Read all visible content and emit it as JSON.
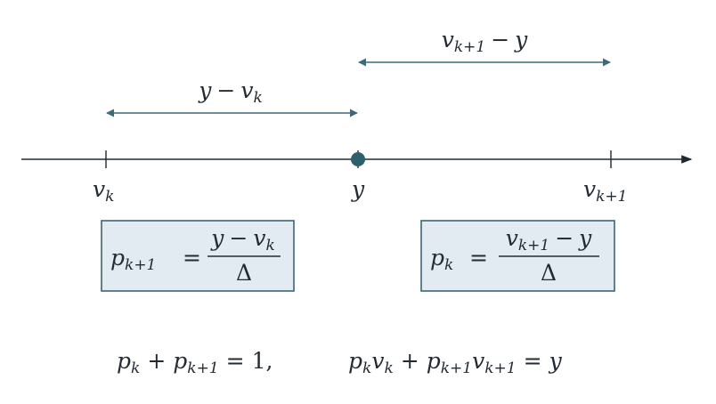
{
  "colors": {
    "axis": "#1e2a33",
    "arrow": "#3b6a78",
    "marker": "#2e5f6d",
    "box_fill": "#e1ebf1",
    "box_stroke": "#3b6576",
    "text": "#222b33"
  },
  "points": {
    "left": {
      "base": "v",
      "sub": "k"
    },
    "middle": {
      "base": "y"
    },
    "right": {
      "base": "v",
      "sub": "k+1"
    }
  },
  "distances": {
    "left": {
      "a": "y",
      "op": "−",
      "b_base": "v",
      "b_sub": "k"
    },
    "right": {
      "a_base": "v",
      "a_sub": "k+1",
      "op": "−",
      "b": "y"
    }
  },
  "formulas": {
    "left": {
      "lhs_base": "p",
      "lhs_sub": "k+1",
      "eq": "=",
      "num_a": "y",
      "num_op": "−",
      "num_b_base": "v",
      "num_b_sub": "k",
      "den": "Δ"
    },
    "right": {
      "lhs_base": "p",
      "lhs_sub": "k",
      "eq": "=",
      "num_a_base": "v",
      "num_a_sub": "k+1",
      "num_op": "−",
      "num_b": "y",
      "den": "Δ"
    }
  },
  "constraints": {
    "first": {
      "t1_base": "p",
      "t1_sub": "k",
      "plus": "+",
      "t2_base": "p",
      "t2_sub": "k+1",
      "eq": "=",
      "rhs": "1,"
    },
    "second": {
      "t1a_base": "p",
      "t1a_sub": "k",
      "t1b_base": "v",
      "t1b_sub": "k",
      "plus": "+",
      "t2a_base": "p",
      "t2a_sub": "k+1",
      "t2b_base": "v",
      "t2b_sub": "k+1",
      "eq": "=",
      "rhs": "y"
    }
  }
}
